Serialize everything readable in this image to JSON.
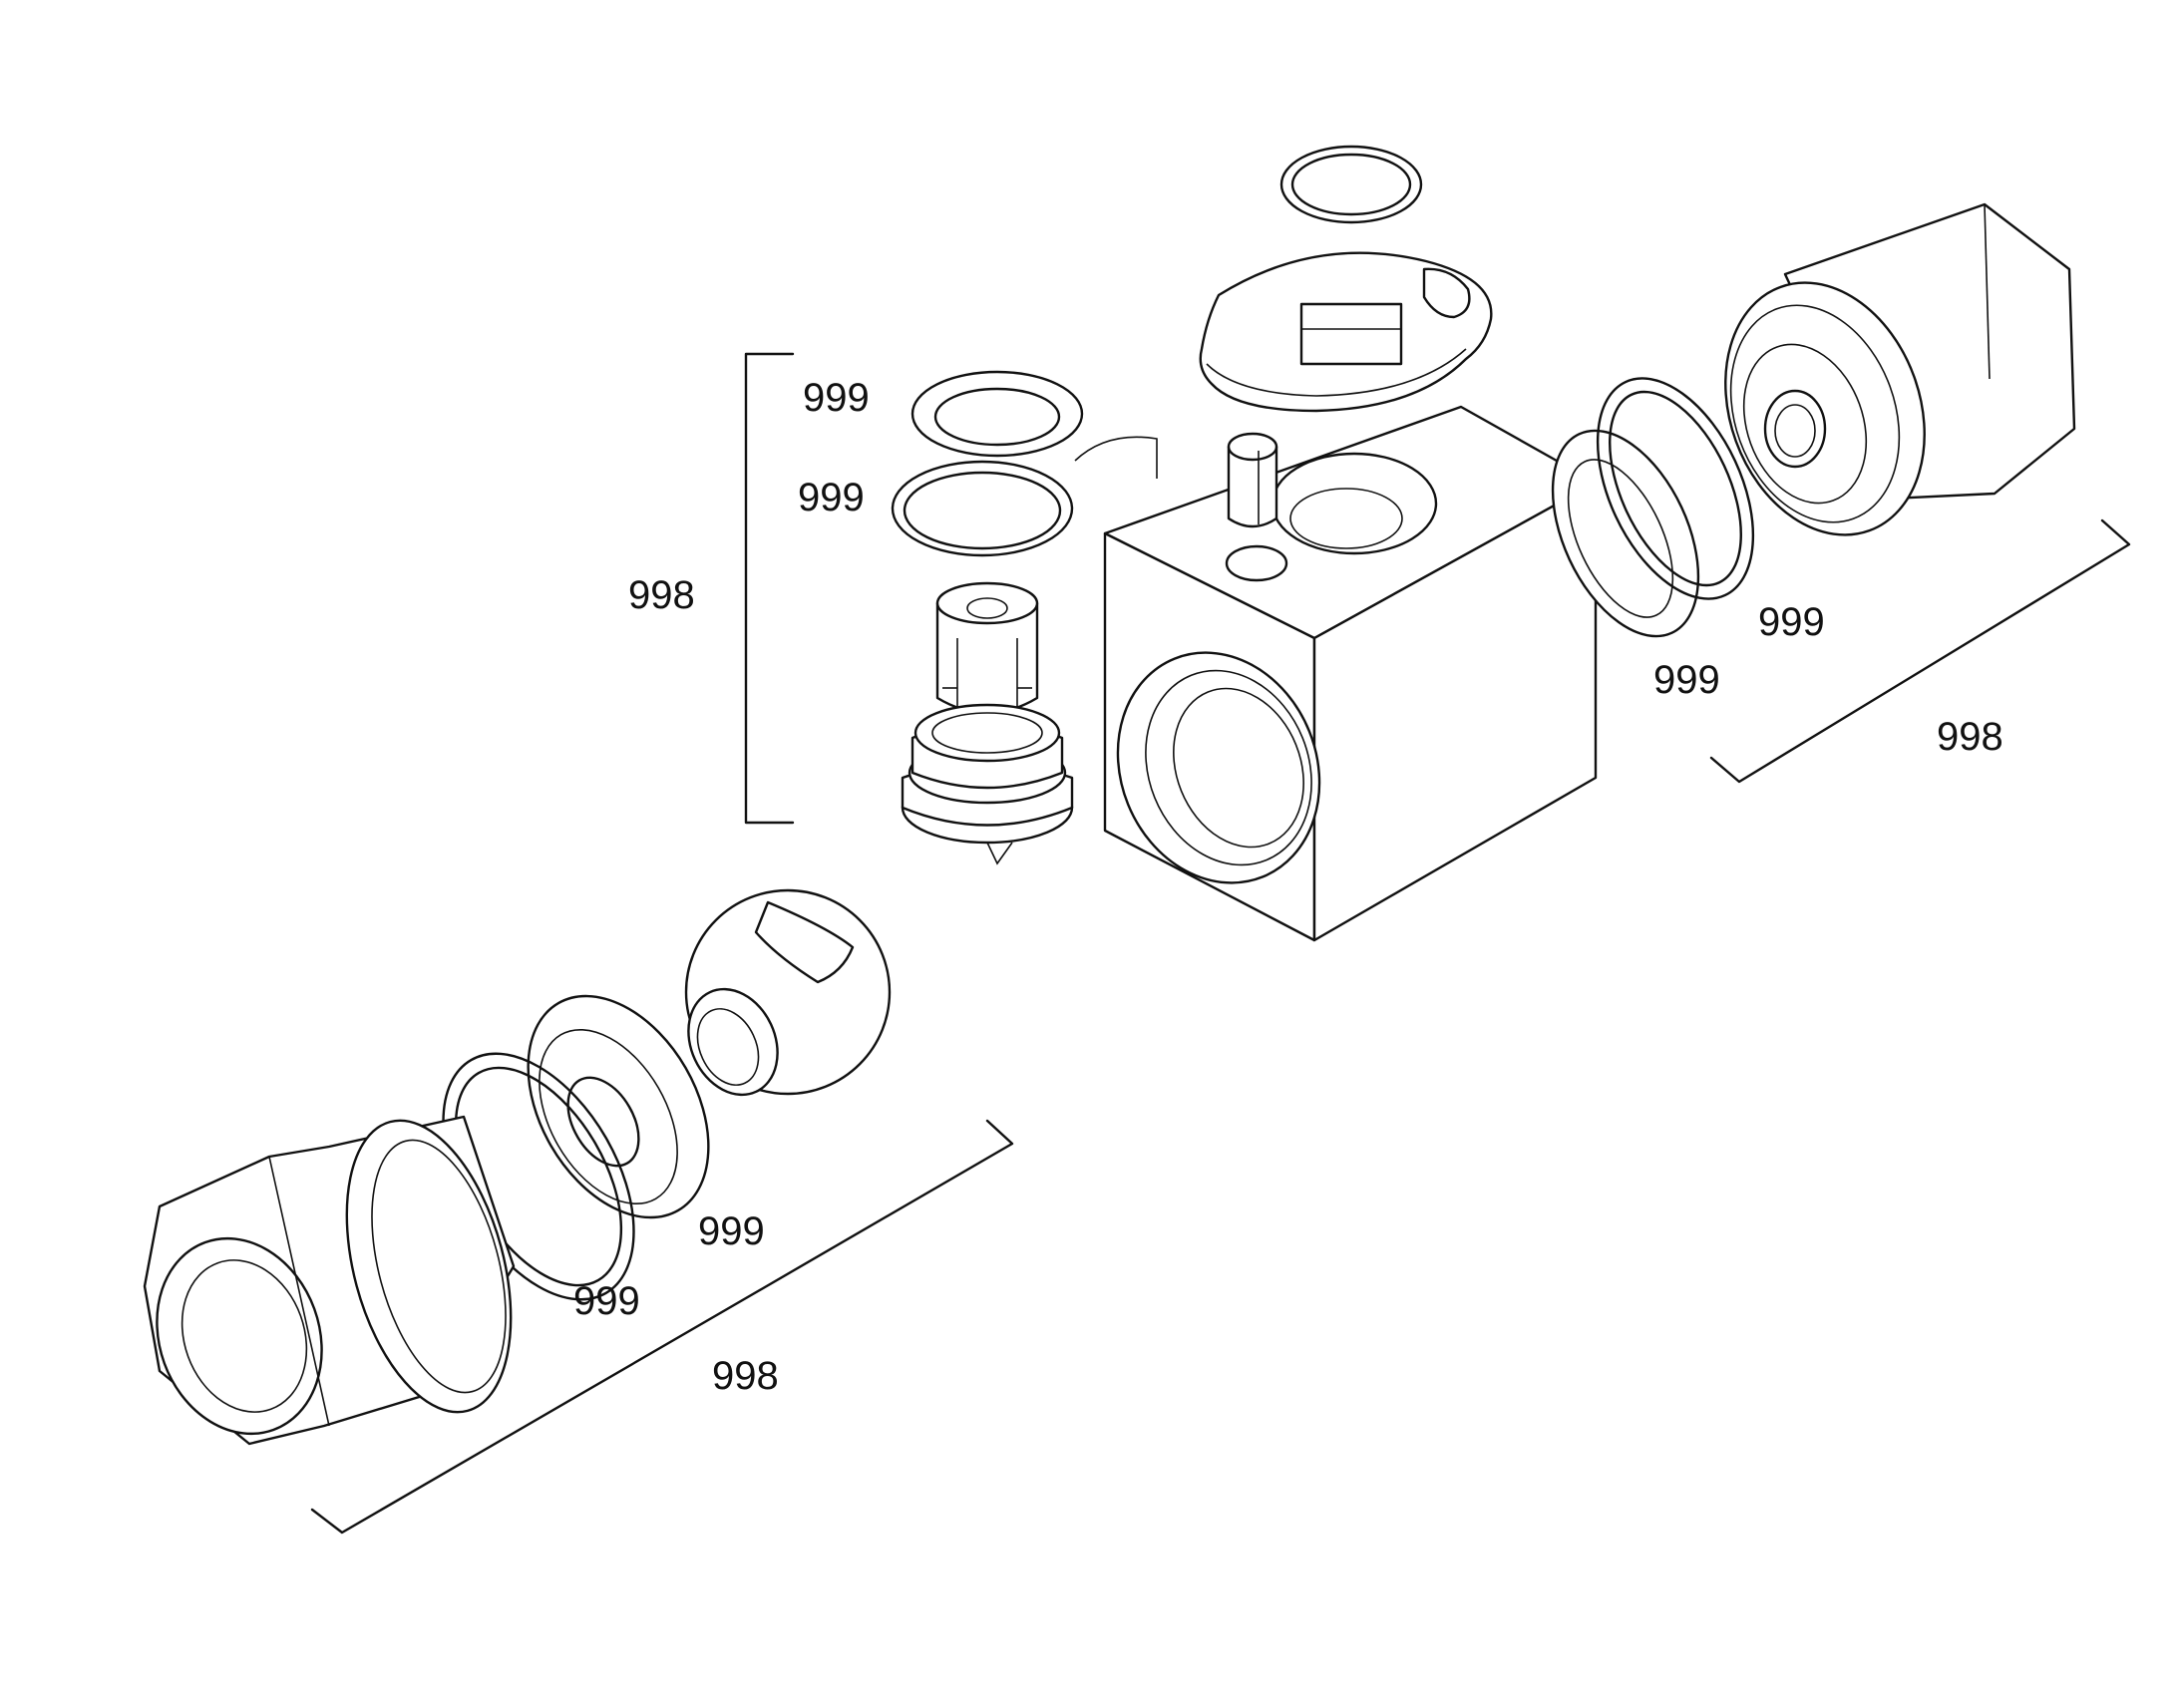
{
  "labels": {
    "top_bracket_group": "998",
    "top_ring_upper": "999",
    "top_ring_lower": "999",
    "right_group": "998",
    "right_ring_outer": "999",
    "right_ring_inner": "999",
    "left_group": "998",
    "left_ring_outer": "999",
    "left_ring_inner": "999"
  }
}
